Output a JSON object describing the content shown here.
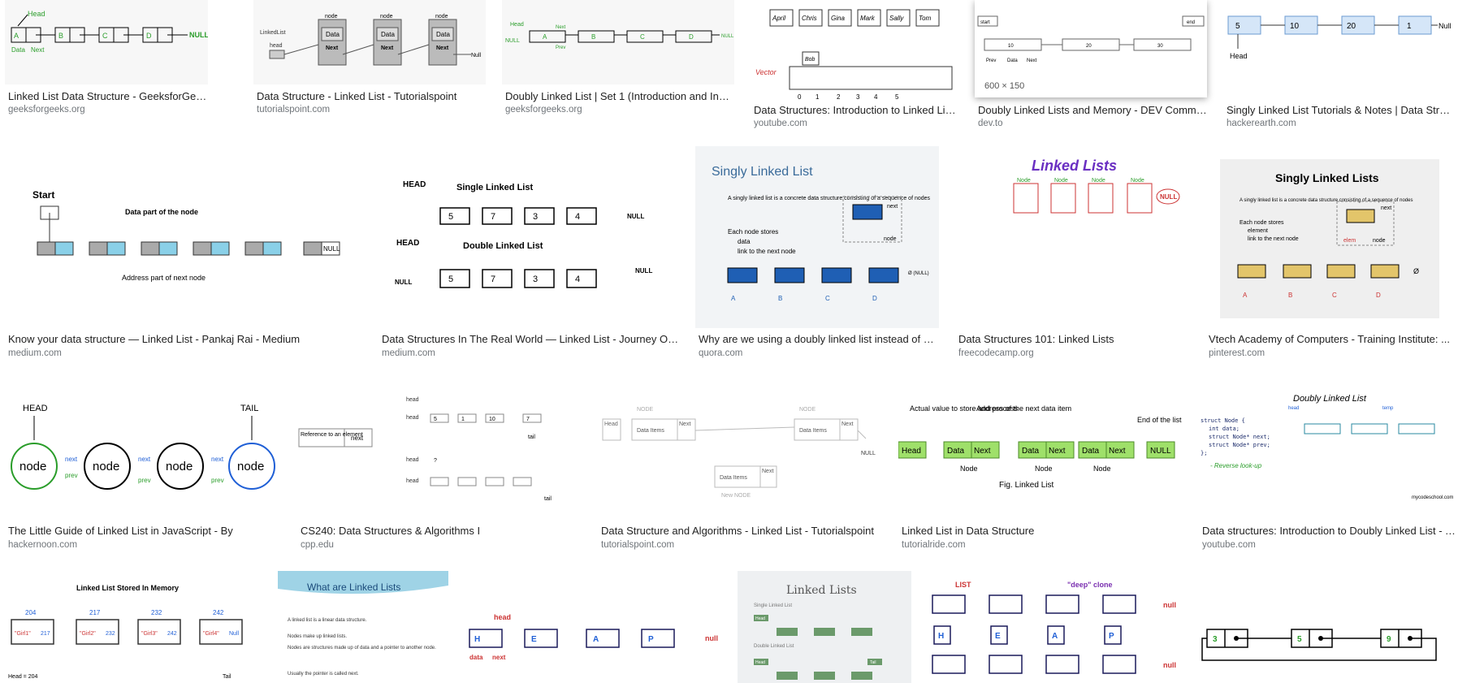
{
  "colors": {
    "title": "#222222",
    "source": "#70757a"
  },
  "results": [
    {
      "title": "Linked List Data Structure - GeeksforGeeks",
      "source": "geeksforgeeks.org",
      "labels": [
        "Head",
        "Data",
        "Next",
        "A",
        "B",
        "C",
        "D",
        "NULL"
      ]
    },
    {
      "title": "Data Structure - Linked List - Tutorialspoint",
      "source": "tutorialspoint.com",
      "labels": [
        "LinkedList",
        "head",
        "node",
        "Data",
        "Next",
        "Null"
      ]
    },
    {
      "title": "Doubly Linked List | Set 1 (Introduction and Inse...",
      "source": "geeksforgeeks.org",
      "labels": [
        "Head",
        "NULL",
        "A",
        "B",
        "C",
        "D",
        "Next",
        "Prev"
      ]
    },
    {
      "title": "Data Structures: Introduction to Linked List...",
      "source": "youtube.com",
      "labels": [
        "April",
        "Chris",
        "Gina",
        "Mark",
        "Sally",
        "Tom",
        "Bob",
        "Vector",
        "0",
        "1",
        "2",
        "3",
        "4",
        "5"
      ]
    },
    {
      "title": "Doubly Linked Lists and Memory - DEV Commu...",
      "source": "dev.to",
      "size": "600 × 150",
      "labels": [
        "start",
        "end",
        "10",
        "20",
        "30",
        "Prev",
        "Data",
        "Next"
      ]
    },
    {
      "title": "Singly Linked List Tutorials & Notes | Data Struct...",
      "source": "hackerearth.com",
      "labels": [
        "5",
        "10",
        "20",
        "1",
        "Null",
        "Head"
      ]
    },
    {
      "title": "Know your data structure — Linked List - Pankaj Rai - Medium",
      "source": "medium.com",
      "labels": [
        "Start",
        "Data part of the node",
        "Address part of next node",
        "NULL"
      ]
    },
    {
      "title": "Data Structures In The Real World — Linked List - Journey Of ...",
      "source": "medium.com",
      "labels": [
        "HEAD",
        "Single Linked List",
        "Double Linked List",
        "5",
        "7",
        "3",
        "4",
        "NULL"
      ]
    },
    {
      "title": "Why are we using a doubly linked list instead of a sin...",
      "source": "quora.com",
      "labels": [
        "Singly Linked List",
        "A singly linked list is a concrete data structure consisting of a sequence of nodes",
        "Each node stores",
        "data",
        "link to the next node",
        "next",
        "node",
        "A",
        "B",
        "C",
        "D",
        "Ø (NULL)"
      ]
    },
    {
      "title": "Data Structures 101: Linked Lists",
      "source": "freecodecamp.org",
      "labels": [
        "Linked Lists",
        "Node",
        "NULL"
      ]
    },
    {
      "title": "Vtech Academy of Computers - Training Institute: ...",
      "source": "pinterest.com",
      "labels": [
        "Singly Linked Lists",
        "A singly linked list is a concrete data structure consisting of a sequence of nodes",
        "Each node stores",
        "element",
        "link to the next node",
        "next",
        "elem",
        "node",
        "A",
        "B",
        "C",
        "D",
        "Ø"
      ]
    },
    {
      "title": "The Little Guide of Linked List in JavaScript - By",
      "source": "hackernoon.com",
      "labels": [
        "HEAD",
        "TAIL",
        "node",
        "next",
        "prev"
      ]
    },
    {
      "title": "CS240: Data Structures & Algorithms I",
      "source": "cpp.edu",
      "labels": [
        "head",
        "Reference to an element",
        "next",
        "5",
        "1",
        "10",
        "7",
        "?",
        "tail"
      ]
    },
    {
      "title": "Data Structure and Algorithms - Linked List - Tutorialspoint",
      "source": "tutorialspoint.com",
      "labels": [
        "Head",
        "NODE",
        "Data Items",
        "Next",
        "NULL",
        "New NODE"
      ]
    },
    {
      "title": "Linked List in Data Structure",
      "source": "tutorialride.com",
      "labels": [
        "Actual value to store and process",
        "Address of the next data item",
        "End of the list",
        "Head",
        "Data",
        "Next",
        "NULL",
        "Node",
        "Fig. Linked List"
      ]
    },
    {
      "title": "Data structures: Introduction to Doubly Linked List - Y...",
      "source": "youtube.com",
      "labels": [
        "Doubly Linked List",
        "struct Node {",
        "int data;",
        "struct Node* next;",
        "struct Node* prev;",
        "};",
        "- Reverse look-up",
        "head",
        "temp",
        "mycodeschool.com"
      ]
    },
    {
      "title": "",
      "source": "",
      "labels": [
        "Linked List Stored In Memory",
        "204",
        "217",
        "232",
        "242",
        "\"Girl1\"",
        "\"Girl2\"",
        "\"Girl3\"",
        "\"Girl4\"",
        "Null",
        "Head = 204",
        "Tail"
      ]
    },
    {
      "title": "",
      "source": "",
      "labels": [
        "What are Linked Lists",
        "A linked list is a linear data structure.",
        "Nodes make up linked lists.",
        "Nodes are structures made up of data and a pointer to another node.",
        "Usually the pointer is called next."
      ]
    },
    {
      "title": "",
      "source": "",
      "labels": [
        "head",
        "H",
        "E",
        "A",
        "P",
        "null",
        "data",
        "next"
      ]
    },
    {
      "title": "",
      "source": "",
      "labels": [
        "Linked Lists",
        "Single Linked List",
        "Double Linked List",
        "Head",
        "Tail"
      ]
    },
    {
      "title": "",
      "source": "",
      "labels": [
        "LIST",
        "\"deep\" clone",
        "H",
        "E",
        "A",
        "P",
        "null"
      ]
    },
    {
      "title": "",
      "source": "",
      "labels": [
        "3",
        "5",
        "9"
      ]
    }
  ]
}
